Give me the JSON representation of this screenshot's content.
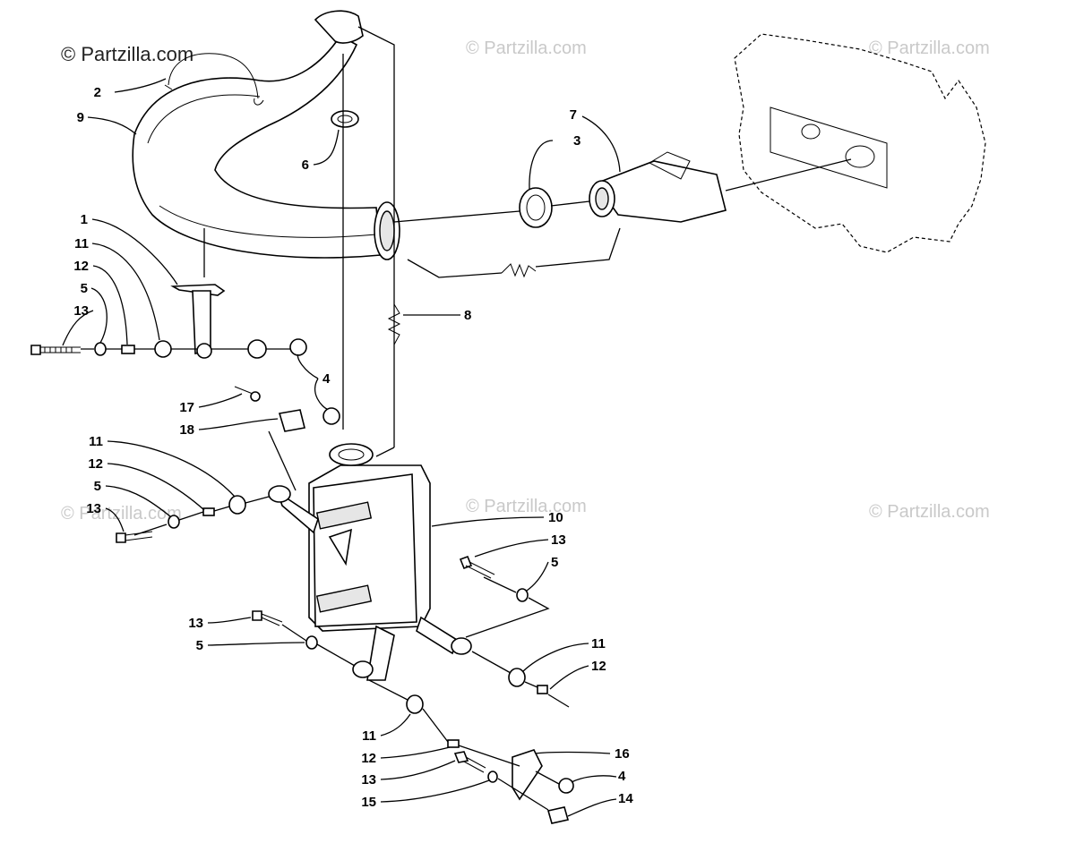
{
  "watermarks": {
    "primary": "© Partzilla.com",
    "repeat": "© Partzilla.com"
  },
  "callouts": [
    {
      "id": "c2",
      "text": "2"
    },
    {
      "id": "c9",
      "text": "9"
    },
    {
      "id": "c6",
      "text": "6"
    },
    {
      "id": "c7",
      "text": "7"
    },
    {
      "id": "c3",
      "text": "3"
    },
    {
      "id": "c1",
      "text": "1"
    },
    {
      "id": "c11a",
      "text": "11"
    },
    {
      "id": "c12a",
      "text": "12"
    },
    {
      "id": "c5a",
      "text": "5"
    },
    {
      "id": "c13a",
      "text": "13"
    },
    {
      "id": "c8",
      "text": "8"
    },
    {
      "id": "c4a",
      "text": "4"
    },
    {
      "id": "c17",
      "text": "17"
    },
    {
      "id": "c18",
      "text": "18"
    },
    {
      "id": "c11b",
      "text": "11"
    },
    {
      "id": "c12b",
      "text": "12"
    },
    {
      "id": "c5b",
      "text": "5"
    },
    {
      "id": "c13b",
      "text": "13"
    },
    {
      "id": "c10",
      "text": "10"
    },
    {
      "id": "c13c",
      "text": "13"
    },
    {
      "id": "c5c",
      "text": "5"
    },
    {
      "id": "c13d",
      "text": "13"
    },
    {
      "id": "c5d",
      "text": "5"
    },
    {
      "id": "c11c",
      "text": "11"
    },
    {
      "id": "c12c",
      "text": "12"
    },
    {
      "id": "c16",
      "text": "16"
    },
    {
      "id": "c11d",
      "text": "11"
    },
    {
      "id": "c12d",
      "text": "12"
    },
    {
      "id": "c4b",
      "text": "4"
    },
    {
      "id": "c14",
      "text": "14"
    },
    {
      "id": "c13e",
      "text": "13"
    },
    {
      "id": "c15",
      "text": "15"
    }
  ]
}
